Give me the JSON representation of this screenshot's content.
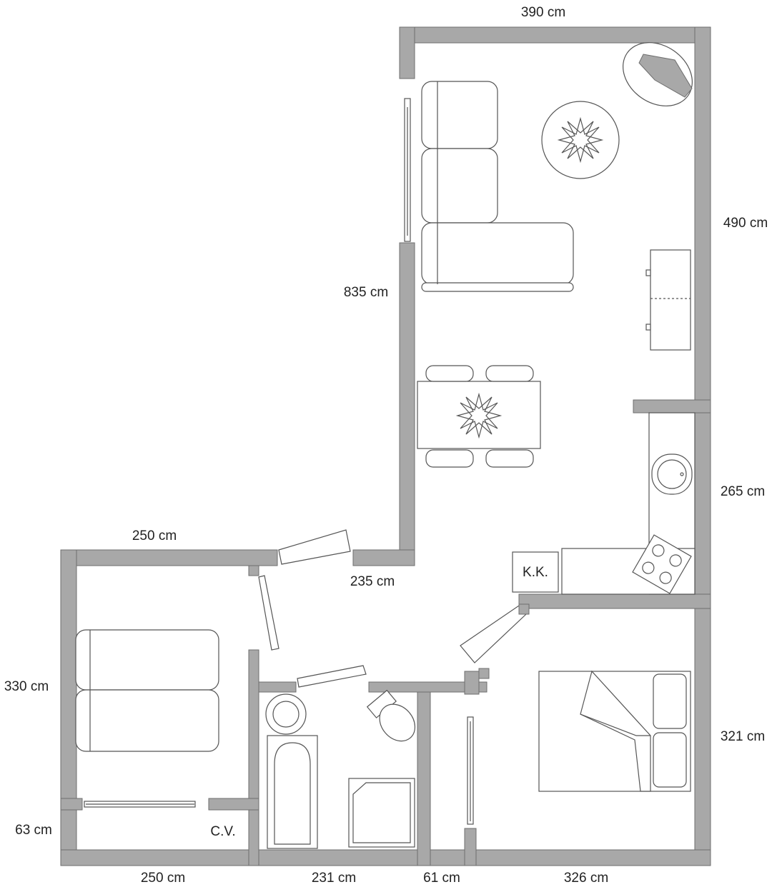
{
  "dimensions": {
    "top_width": "390 cm",
    "right_upper": "490 cm",
    "living_left": "835 cm",
    "kitchen_right": "265 cm",
    "bedroom_top": "250 cm",
    "entry_step": "235 cm",
    "bedroom_left": "330 cm",
    "closet_left": "63 cm",
    "bottom_bedroom": "250 cm",
    "bottom_bath": "231 cm",
    "bottom_corridor": "61 cm",
    "bottom_master": "326 cm",
    "master_right": "321 cm"
  },
  "labels": {
    "kk": "K.K.",
    "cv": "C.V."
  },
  "colors": {
    "wall": "#a8a8a8",
    "wall_stroke": "#6e6e6e",
    "furniture_stroke": "#555555"
  }
}
